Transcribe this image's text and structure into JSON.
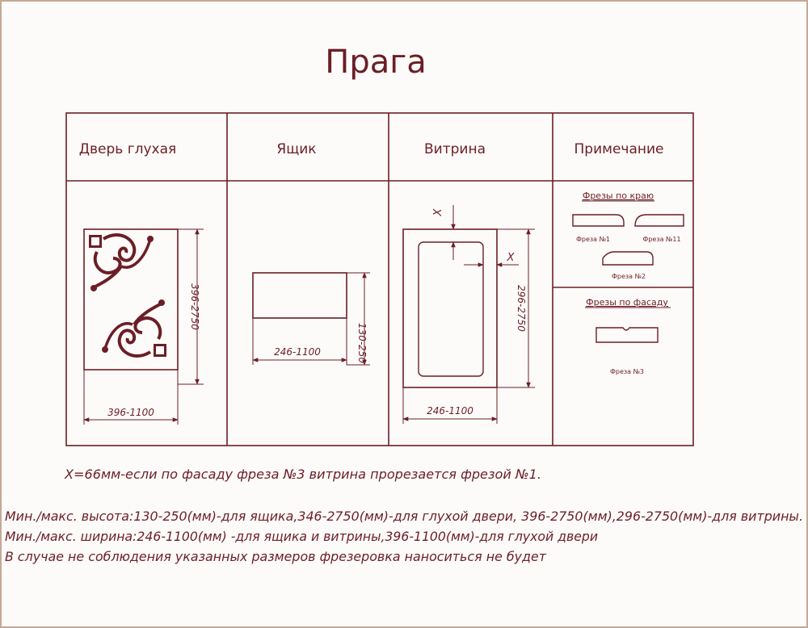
{
  "title": "Прага",
  "table": {
    "headers": [
      "Дверь глухая",
      "Ящик",
      "Витрина",
      "Примечание"
    ]
  },
  "door": {
    "height_range": "396-2750",
    "width_range": "396-1100"
  },
  "drawer": {
    "width_range": "246-1100",
    "height_range": "130-250"
  },
  "showcase": {
    "height_range": "296-2750",
    "width_range": "246-1100",
    "x_label": "X"
  },
  "notes": {
    "edge_title": "Фрезы по краю",
    "cutter1": "Фреза №1",
    "cutter11": "Фреза №11",
    "cutter2": "Фреза №2",
    "facade_title": "Фрезы по фасаду",
    "cutter3": "Фреза №3"
  },
  "footnote": "X=66мм-если по фасаду фреза №3 витрина прорезается фрезой №1.",
  "limits": [
    "Мин./макс. высота:130-250(мм)-для ящика,346-2750(мм)-для глухой двери, 396-2750(мм),296-2750(мм)-для витрины.",
    "Мин./макс. ширина:246-1100(мм) -для ящика и витрины,396-1100(мм)-для глухой двери",
    "В случае не соблюдения указанных размеров фрезеровка наноситься не будет"
  ],
  "colors": {
    "ink": "#6b1e26",
    "paper": "#fdfbf9",
    "frame": "#c4a896"
  }
}
